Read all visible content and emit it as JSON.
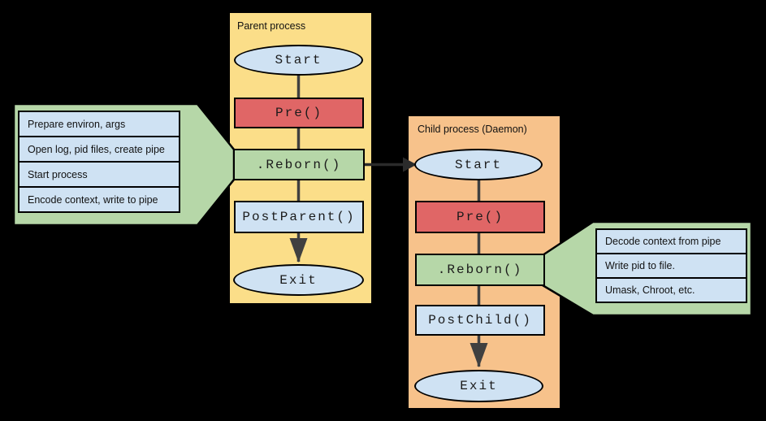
{
  "diagram": {
    "type": "flowchart",
    "description_visible_text_only": true
  },
  "palette": {
    "background": "#000000",
    "parent_panel_fill": "#FBDE89",
    "child_panel_fill": "#F7C28B",
    "node_blue_fill": "#CFE2F3",
    "node_red_fill": "#E06666",
    "node_green_fill": "#B6D7A8",
    "callout_green_fill": "#B6D7A8",
    "connector_gray": "#404040",
    "border_color": "#000000"
  },
  "parent_panel": {
    "title": "Parent process",
    "nodes": [
      {
        "label": "Start"
      },
      {
        "label": "Pre()"
      },
      {
        "label": ".Reborn()"
      },
      {
        "label": "PostParent()"
      },
      {
        "label": "Exit"
      }
    ]
  },
  "child_panel": {
    "title": "Child process (Daemon)",
    "nodes": [
      {
        "label": "Start"
      },
      {
        "label": "Pre()"
      },
      {
        "label": ".Reborn()"
      },
      {
        "label": "PostChild()"
      },
      {
        "label": "Exit"
      }
    ]
  },
  "left_callout": {
    "attached_to": ".Reborn() (parent)",
    "items": [
      "Prepare environ, args",
      "Open log, pid files, create pipe",
      "Start process",
      "Encode context, write to pipe"
    ]
  },
  "right_callout": {
    "attached_to": ".Reborn() (child)",
    "items": [
      "Decode context from pipe",
      "Write pid to file.",
      "Umask, Chroot, etc."
    ]
  }
}
